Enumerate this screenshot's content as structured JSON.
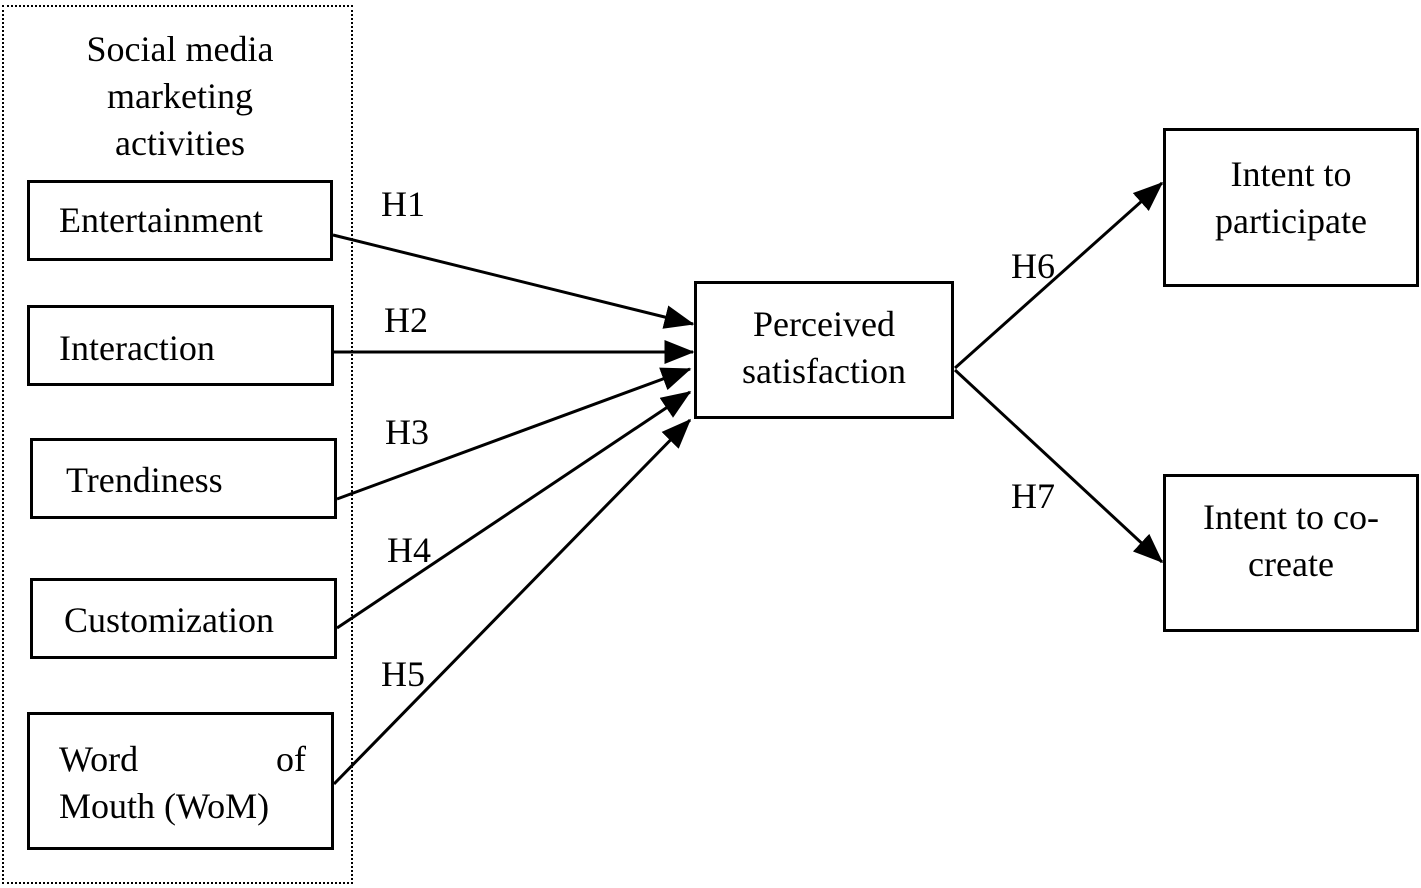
{
  "diagram": {
    "group": {
      "title_lines": [
        "Social media",
        "marketing",
        "activities"
      ]
    },
    "nodes": {
      "entertainment": {
        "label": "Entertainment"
      },
      "interaction": {
        "label": "Interaction"
      },
      "trendiness": {
        "label": "Trendiness"
      },
      "customization": {
        "label": "Customization"
      },
      "wom": {
        "label_lines": [
          "Word of",
          "Mouth (WoM)"
        ]
      },
      "perceived_satisfaction": {
        "label_lines": [
          "Perceived",
          "satisfaction"
        ]
      },
      "intent_to_participate": {
        "label_lines": [
          "Intent to",
          "participate"
        ]
      },
      "intent_to_cocreate": {
        "label_lines": [
          "Intent to co-",
          "create"
        ]
      }
    },
    "hypotheses": {
      "h1": "H1",
      "h2": "H2",
      "h3": "H3",
      "h4": "H4",
      "h5": "H5",
      "h6": "H6",
      "h7": "H7"
    },
    "edges": [
      {
        "from": "entertainment",
        "to": "perceived_satisfaction",
        "label": "H1"
      },
      {
        "from": "interaction",
        "to": "perceived_satisfaction",
        "label": "H2"
      },
      {
        "from": "trendiness",
        "to": "perceived_satisfaction",
        "label": "H3"
      },
      {
        "from": "customization",
        "to": "perceived_satisfaction",
        "label": "H4"
      },
      {
        "from": "wom",
        "to": "perceived_satisfaction",
        "label": "H5"
      },
      {
        "from": "perceived_satisfaction",
        "to": "intent_to_participate",
        "label": "H6"
      },
      {
        "from": "perceived_satisfaction",
        "to": "intent_to_cocreate",
        "label": "H7"
      }
    ]
  }
}
